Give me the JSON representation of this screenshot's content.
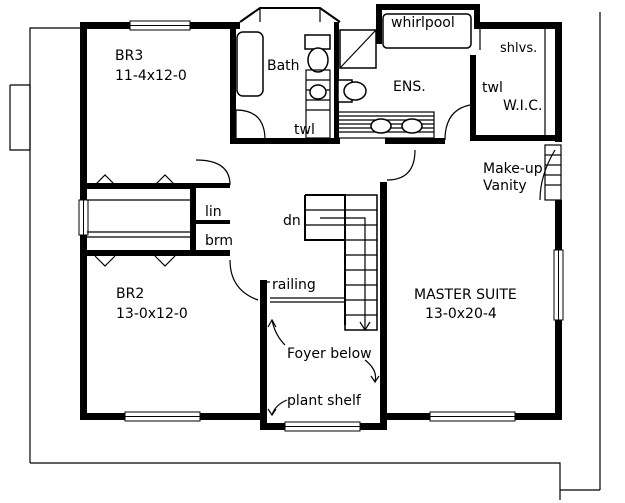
{
  "rooms": {
    "br3_name": "BR3",
    "br3_size": "11-4x12-0",
    "bath": "Bath",
    "whirlpool": "whirlpool",
    "shelves": "shlvs.",
    "ensuite": "ENS.",
    "towel_bath": "twl",
    "towel_ens": "twl",
    "wic": "W.I.C.",
    "makeup_1": "Make-up",
    "makeup_2": "Vanity",
    "linen": "lin",
    "broom": "brm",
    "down": "dn",
    "railing": "railing",
    "br2_name": "BR2",
    "br2_size": "13-0x12-0",
    "master_name": "MASTER SUITE",
    "master_size": "13-0x20-4",
    "foyer": "Foyer below",
    "plant_shelf": "plant shelf"
  }
}
